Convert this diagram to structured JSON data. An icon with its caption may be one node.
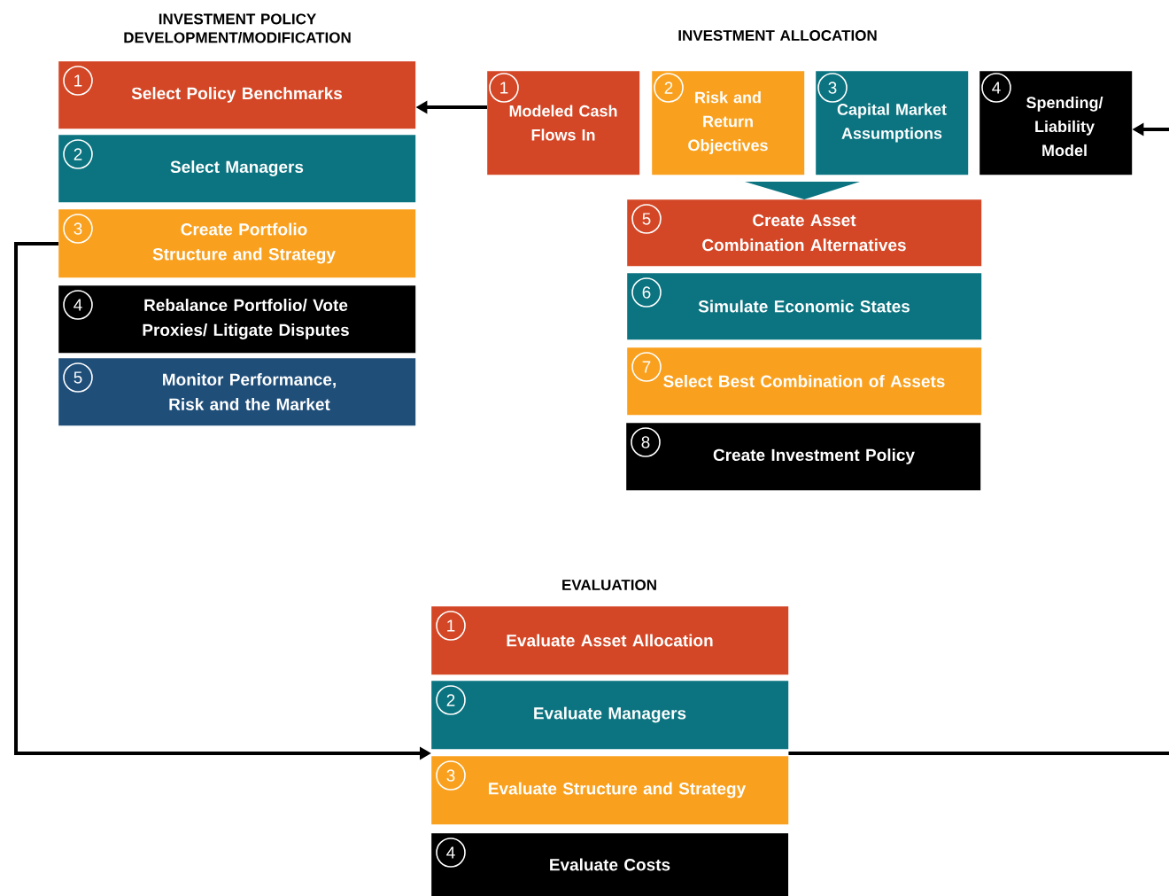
{
  "diagram": {
    "nodes": [
      {
        "text": [
          "1",
          "Select Policy Benchmarks"
        ]
      },
      {
        "text": [
          "2",
          "Select Managers"
        ]
      },
      {
        "text": [
          "3",
          "Create Portfolio Structure and Strategy"
        ]
      },
      {
        "text": [
          "4",
          "Rebalance Portfolio/ Vote Proxies/ Litigate Disputes"
        ]
      },
      {
        "text": [
          "5",
          "Monitor Performance, Risk and the Market"
        ]
      },
      {
        "text": [
          "1",
          "Modeled Cash Flows In"
        ]
      },
      {
        "text": [
          "2",
          "Risk and Return Objectives"
        ]
      },
      {
        "text": [
          "3",
          "Capital Market Assumptions"
        ]
      },
      {
        "text": [
          "4",
          "Spending/ Liability Model"
        ]
      },
      {
        "text": [
          "5",
          "Create Asset Combination Alternatives"
        ]
      },
      {
        "text": [
          "6",
          "Simulate Economic States"
        ]
      },
      {
        "text": [
          "7",
          "Select Best Combination of Assets"
        ]
      },
      {
        "text": [
          "8",
          "Create Investment Policy"
        ]
      },
      {
        "text": [
          "1",
          "Evaluate Asset Allocation"
        ]
      },
      {
        "text": [
          "2",
          "Evaluate Managers"
        ]
      },
      {
        "text": [
          "3",
          "Evaluate Structure and Strategy"
        ]
      },
      {
        "text": [
          "4",
          "Evaluate Costs"
        ]
      }
    ],
    "edges": [
      {
        "from": 5,
        "to": 0,
        "arrow": "to"
      },
      {
        "from": null,
        "to": 8,
        "arrow": "to"
      },
      {
        "from": null,
        "to": 9,
        "arrow": "to",
        "color": "#0b7480"
      },
      {
        "from": 2,
        "to": 15,
        "arrow": "to"
      },
      {
        "from": 15,
        "to": null,
        "arrow": "none"
      }
    ],
    "labels": [
      "INVESTMENT POLICY DEVELOPMENT/MODIFICATION",
      "INVESTMENT ALLOCATION",
      "EVALUATION"
    ]
  }
}
